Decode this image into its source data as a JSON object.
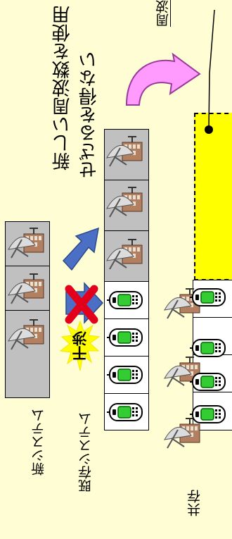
{
  "labels": {
    "new_system": "新システム",
    "existing_system": "既存システム",
    "coexist": "共存",
    "interference": "干渉",
    "caption_line1": "新しい周波数を使用",
    "caption_line2": "せざるを得ない",
    "truncated_label": "周波"
  },
  "colors": {
    "background": "#fefdd3",
    "new_band": "#c0c0c0",
    "existing_band": "#ffffff",
    "new_frequency": "#ffff00",
    "arrow_blue": "#4a6fc4",
    "cross_red": "#e3001b",
    "curved_arrow": "#ff9bff",
    "burst_yellow": "#ffff00"
  },
  "icons": {
    "base_station": "dish-antenna-station-icon",
    "mobile": "mobile-phone-icon"
  }
}
